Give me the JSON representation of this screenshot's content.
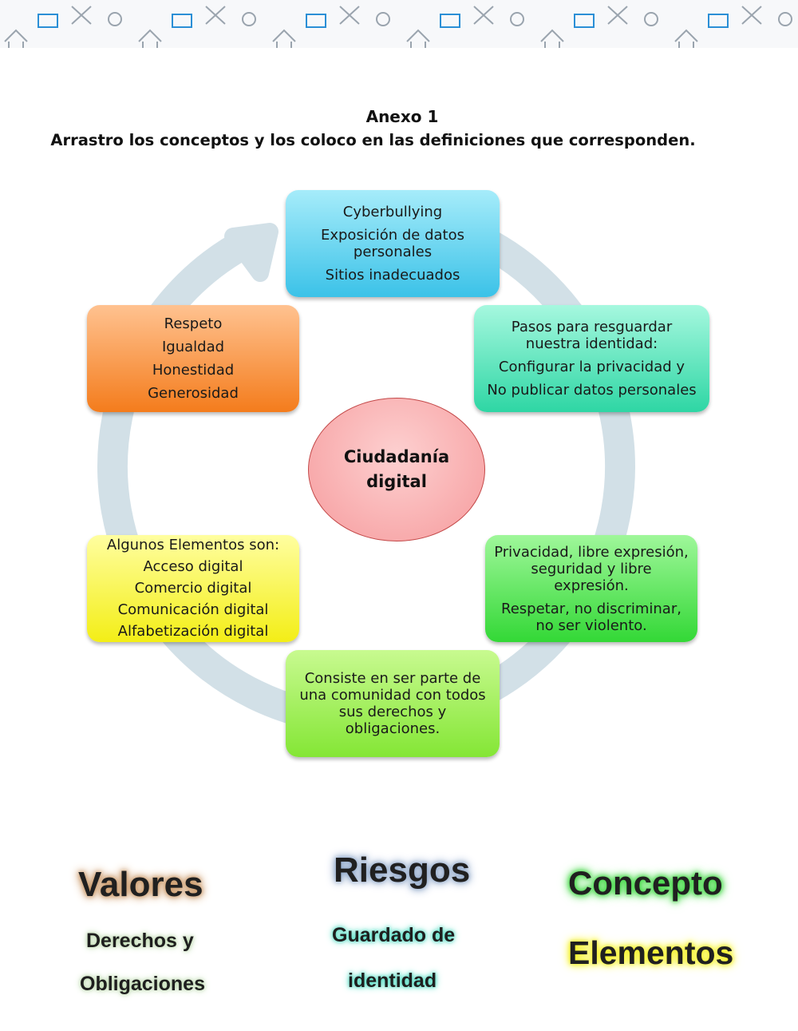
{
  "header": {
    "annex_title": "Anexo 1",
    "instruction": "Arrastro los conceptos y los coloco en las definiciones que corresponden."
  },
  "diagram": {
    "center": {
      "line1": "Ciudadanía",
      "line2": "digital"
    },
    "riesgos_box": [
      "Cyberbullying",
      "Exposición de datos personales",
      "Sitios inadecuados"
    ],
    "identidad_box": [
      "Pasos para resguardar nuestra identidad:",
      "Configurar la privacidad y",
      "No publicar datos personales"
    ],
    "valores_box": [
      "Respeto",
      "Igualdad",
      "Honestidad",
      "Generosidad"
    ],
    "derechos_box": [
      "Privacidad, libre expresión, seguridad y libre expresión.",
      "Respetar, no discriminar, no ser violento."
    ],
    "elementos_box": [
      "Algunos Elementos son:",
      "Acceso digital",
      "Comercio digital",
      "Comunicación digital",
      "Alfabetización digital"
    ],
    "concepto_box": [
      "Consiste en ser parte de una comunidad con todos sus derechos y obligaciones."
    ]
  },
  "words": {
    "valores": "Valores",
    "riesgos": "Riesgos",
    "concepto": "Concepto",
    "elementos": "Elementos",
    "derechos": "Derechos  y",
    "obligaciones": "Obligaciones",
    "guardado": "Guardado de",
    "identidad": "identidad"
  },
  "colors": {
    "riesgos_box": "#3bc2e8",
    "identidad_box": "#2ed6a4",
    "valores_box": "#f47c1c",
    "derechos_box": "#33d836",
    "elementos_box": "#f3ee16",
    "concepto_box": "#84e635",
    "center": "#f69b9d",
    "cycle_ring": "#d2e0e7"
  }
}
